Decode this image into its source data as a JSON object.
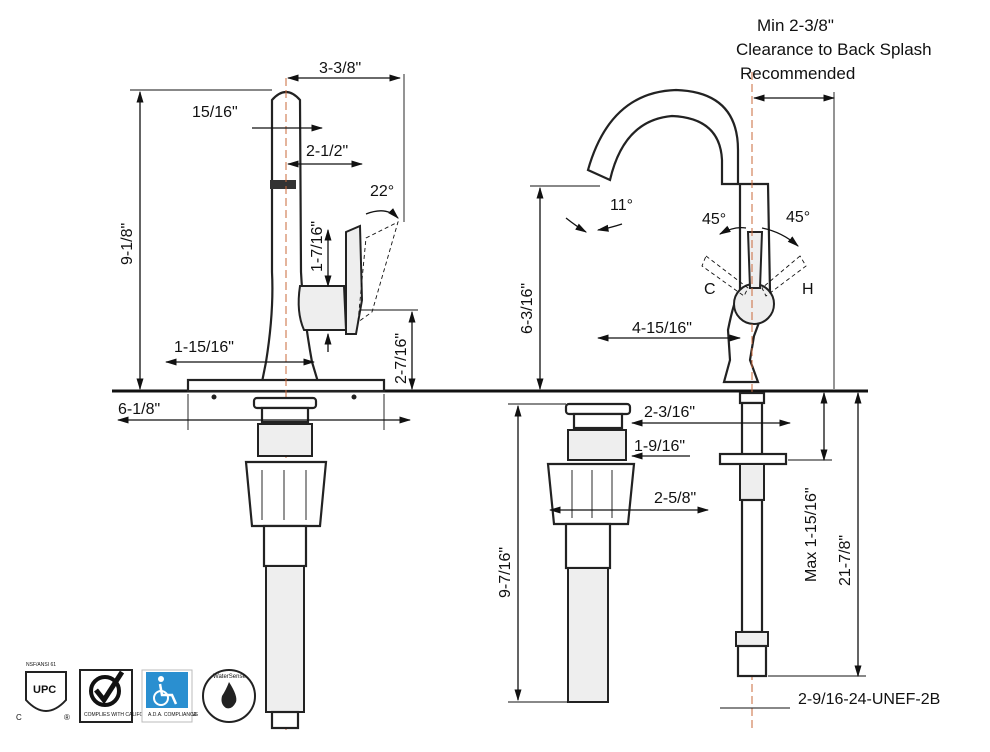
{
  "side_view": {
    "overall_height": "9-1/8\"",
    "spout_reach": "3-3/8\"",
    "spout_top_width": "15/16\"",
    "handle_offset": "2-1/2\"",
    "handle_swing_angle": "22°",
    "handle_height": "1-7/16\"",
    "base_diameter": "1-15/16\"",
    "handle_base_height": "2-7/16\"",
    "deck_plate_width": "6-1/8\""
  },
  "front_view": {
    "clearance_note": [
      "Min 2-3/8\"",
      "Clearance to Back Splash",
      "Recommended"
    ],
    "aerator_angle": "11°",
    "spout_height": "6-3/16\"",
    "left_rotation": "45°",
    "right_rotation": "45°",
    "cold_label": "C",
    "hot_label": "H",
    "spout_reach": "4-15/16\""
  },
  "drain": {
    "drain_top_width": "2-3/16\"",
    "tailpiece_top": "1-9/16\"",
    "body_width": "2-5/8\"",
    "drain_length": "9-7/16\""
  },
  "supply": {
    "max_deck_thickness": "Max 1-15/16\"",
    "supply_length": "21-7/8\"",
    "thread_spec": "2-9/16-24-UNEF-2B"
  },
  "certifications": {
    "upc_standard": "NSF/ANSI 61",
    "upc_letters": "UPC",
    "upc_c": "C",
    "upc_r": "®",
    "compliance_text": "COMPLIES WITH CALIFORNIA PLUMBING LAWS",
    "ada_text": "A.D.A. COMPLIANCE",
    "watersense_text": "WaterSense"
  },
  "icons": [
    "upc-certification-icon",
    "lead-free-checkmark-icon",
    "ada-wheelchair-icon",
    "watersense-droplet-icon"
  ]
}
